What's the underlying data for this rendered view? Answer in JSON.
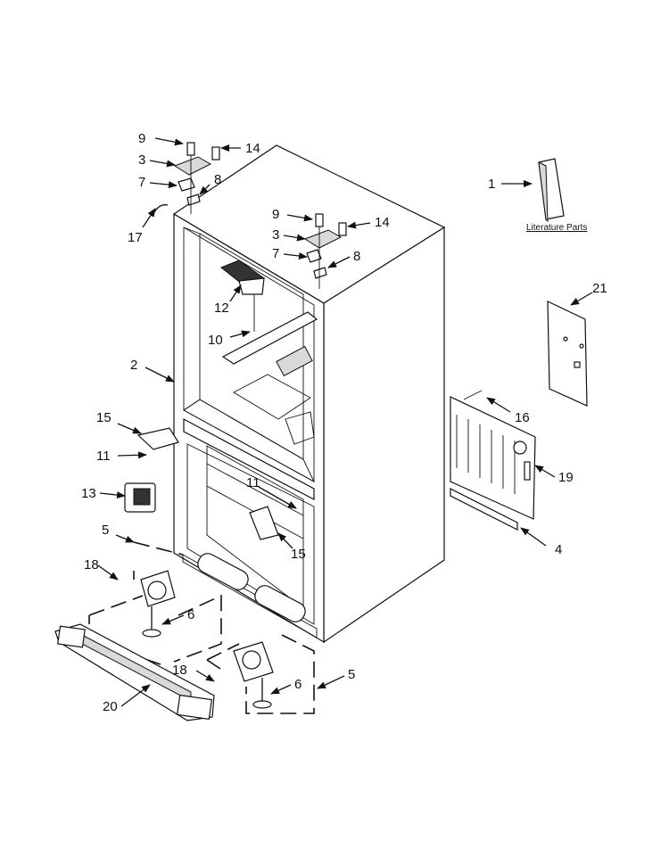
{
  "literature_label": "Literature Parts",
  "callouts": {
    "c1": "1",
    "c2": "2",
    "c3a": "3",
    "c3b": "3",
    "c4": "4",
    "c5a": "5",
    "c5b": "5",
    "c6a": "6",
    "c6b": "6",
    "c7a": "7",
    "c7b": "7",
    "c8a": "8",
    "c8b": "8",
    "c9a": "9",
    "c9b": "9",
    "c10": "10",
    "c11a": "11",
    "c11b": "11",
    "c12": "12",
    "c13": "13",
    "c14a": "14",
    "c14b": "14",
    "c15a": "15",
    "c15b": "15",
    "c16": "16",
    "c17": "17",
    "c18a": "18",
    "c18b": "18",
    "c19": "19",
    "c20": "20",
    "c21": "21"
  }
}
